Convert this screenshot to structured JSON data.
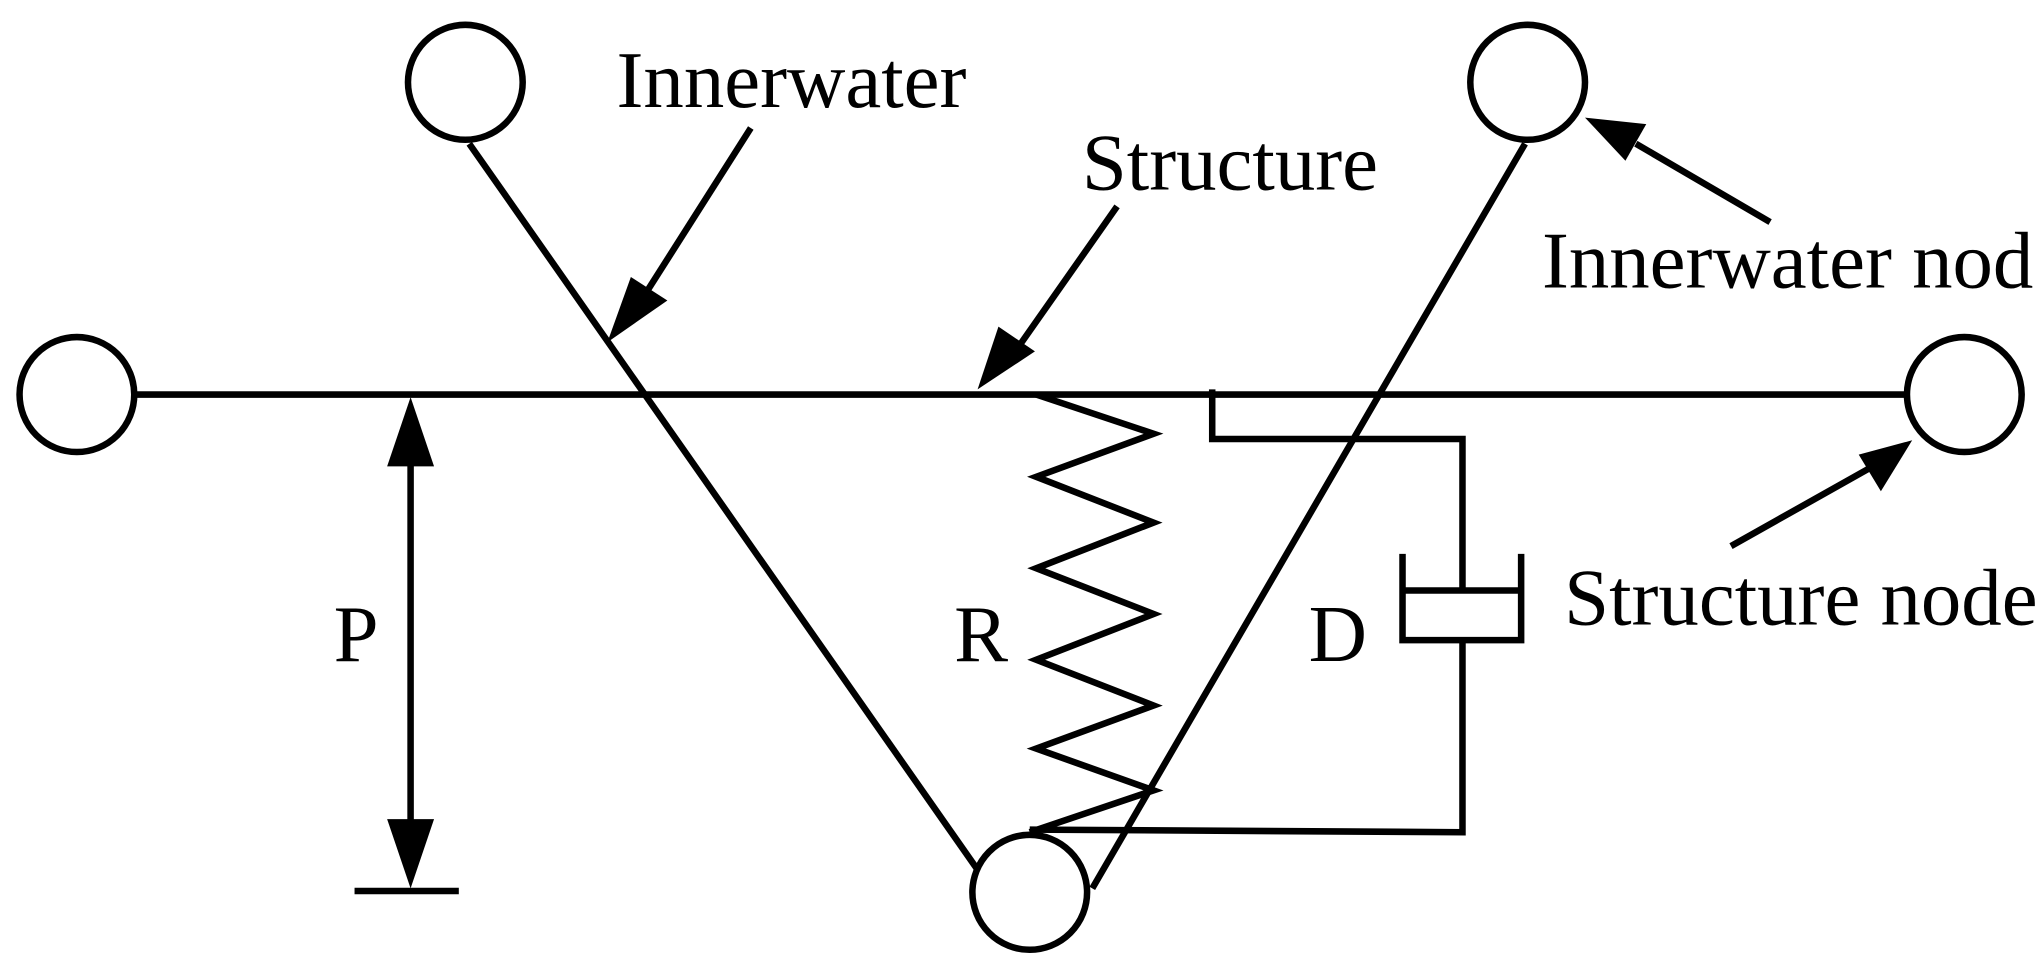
{
  "labels": {
    "innerwater": "Innerwater",
    "structure": "Structure",
    "innerwater_node": "Innerwater node",
    "structure_node": "Structure node",
    "p": "P",
    "r": "R",
    "d": "D"
  },
  "colors": {
    "stroke": "#000000",
    "background": "#ffffff"
  }
}
